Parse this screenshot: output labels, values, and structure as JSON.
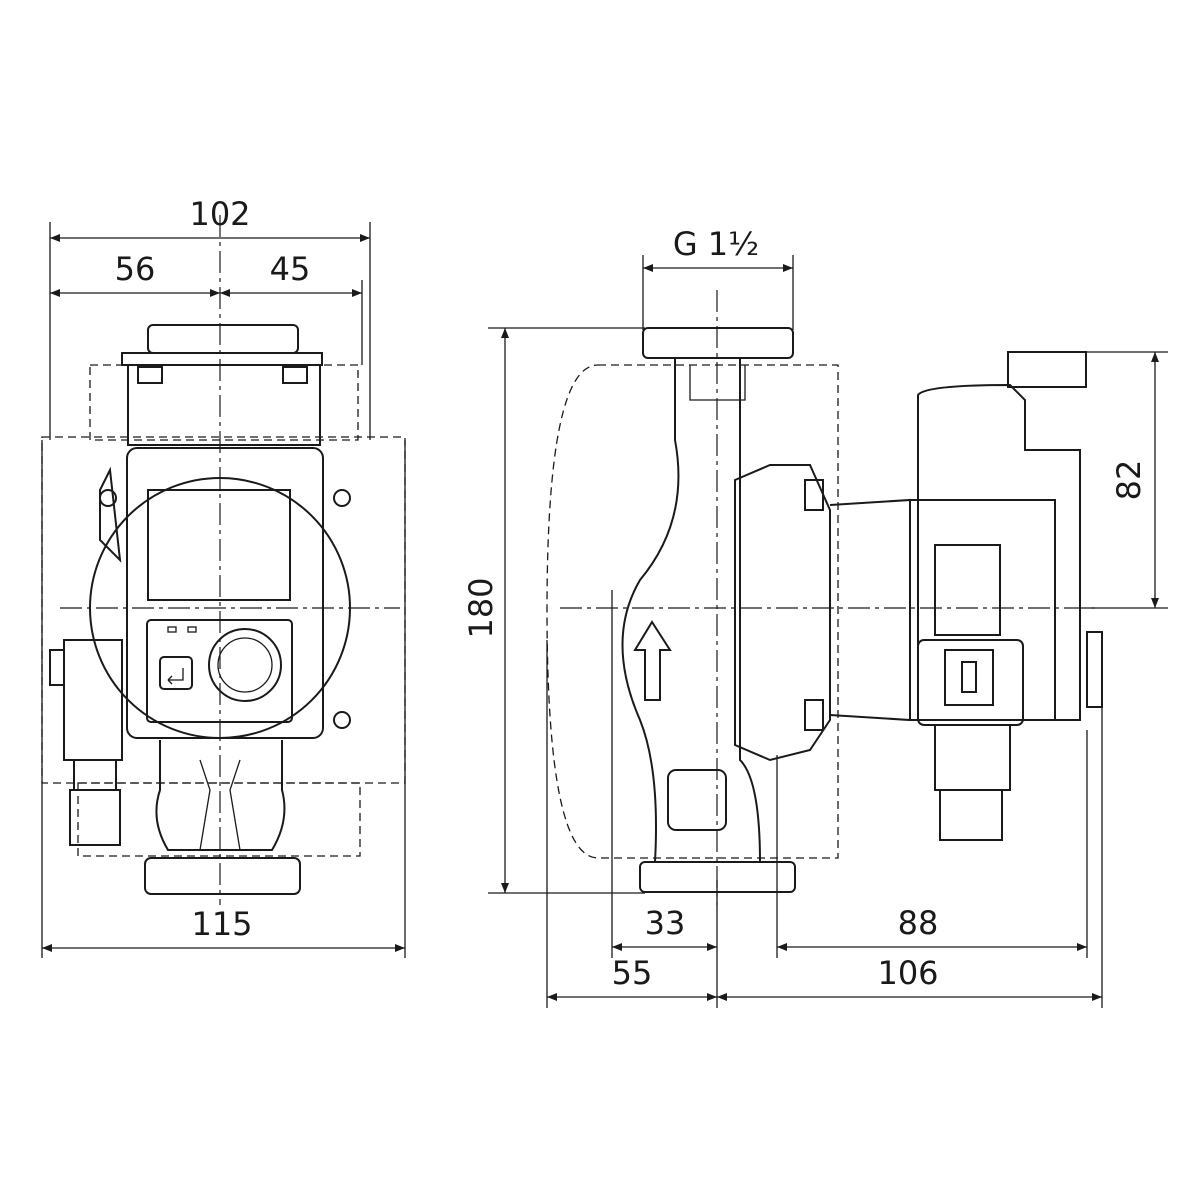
{
  "front_view": {
    "dim_overall_width": "102",
    "dim_left": "56",
    "dim_right": "45",
    "dim_base_width": "115"
  },
  "side_view": {
    "dim_thread": "G 1½",
    "dim_height": "180",
    "dim_module_height": "82",
    "dim_inlet_offset": "33",
    "dim_module_depth": "88",
    "dim_back_offset": "55",
    "dim_front_depth": "106"
  },
  "colors": {
    "line": "#1a1a1a",
    "background": "#ffffff"
  }
}
